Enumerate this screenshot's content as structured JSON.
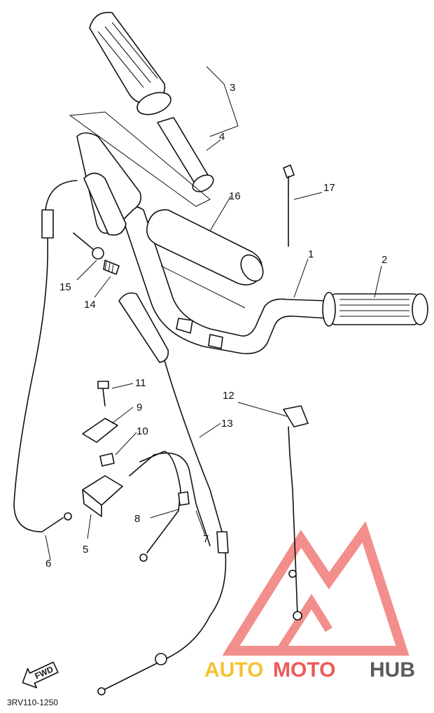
{
  "diagram": {
    "code": "3RV110-1250",
    "fwd_label": "FWD",
    "callouts": [
      "1",
      "2",
      "3",
      "4",
      "5",
      "6",
      "7",
      "8",
      "9",
      "10",
      "11",
      "12",
      "13",
      "14",
      "15",
      "16",
      "17"
    ]
  },
  "watermark": {
    "part1": "AUTO",
    "part2": "MOTO",
    "part3": "HUB",
    "colors": {
      "auto": "#f2b400",
      "moto": "#e8322e",
      "hub": "#4a4a4a"
    }
  }
}
